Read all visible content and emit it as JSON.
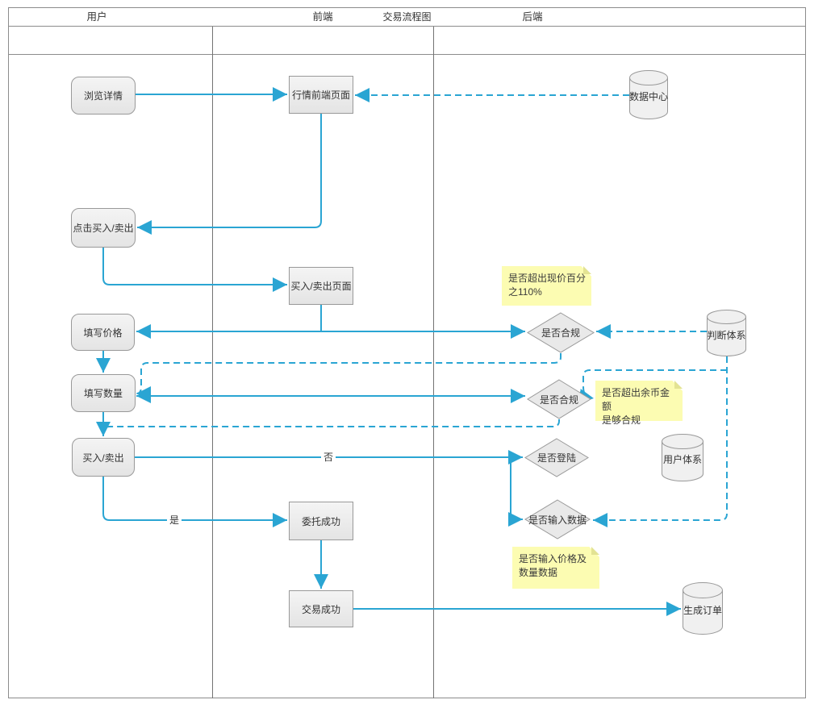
{
  "title": "交易流程图",
  "lanes": [
    {
      "label": "用户"
    },
    {
      "label": "前端"
    },
    {
      "label": "后端"
    }
  ],
  "nodes": {
    "browse_detail": {
      "label": "浏览详情",
      "type": "rounded"
    },
    "market_page": {
      "label": "行情前端页面",
      "type": "process"
    },
    "data_center": {
      "label": "数据中心",
      "type": "database"
    },
    "click_buy_sell": {
      "label": "点击买入/卖出",
      "type": "rounded"
    },
    "buy_sell_page": {
      "label": "买入/卖出页面",
      "type": "process"
    },
    "fill_price": {
      "label": "填写价格",
      "type": "rounded"
    },
    "check_price": {
      "label": "是否合规",
      "type": "decision"
    },
    "judge_system": {
      "label": "判断体系",
      "type": "database"
    },
    "fill_quantity": {
      "label": "填写数量",
      "type": "rounded"
    },
    "check_quantity": {
      "label": "是否合规",
      "type": "decision"
    },
    "buy_sell": {
      "label": "买入/卖出",
      "type": "rounded"
    },
    "check_login": {
      "label": "是否登陆",
      "type": "decision"
    },
    "user_system": {
      "label": "用户体系",
      "type": "database"
    },
    "entrust_success": {
      "label": "委托成功",
      "type": "process"
    },
    "check_input": {
      "label": "是否输入数据",
      "type": "decision"
    },
    "trade_success": {
      "label": "交易成功",
      "type": "process"
    },
    "create_order": {
      "label": "生成订单",
      "type": "database"
    }
  },
  "notes": {
    "price_limit": {
      "text": "是否超出现价百分\n之110%"
    },
    "balance_check": {
      "text": "是否超出余币金额\n是够合规"
    },
    "input_check": {
      "text": "是否输入价格及\n数量数据"
    }
  },
  "edge_labels": {
    "yes": "是",
    "no": "否"
  },
  "colors": {
    "edge": "#2AA5D3",
    "note_bg": "#FCFCB2",
    "node_border": "#999999",
    "lane_line": "#737373",
    "text": "#333333"
  }
}
